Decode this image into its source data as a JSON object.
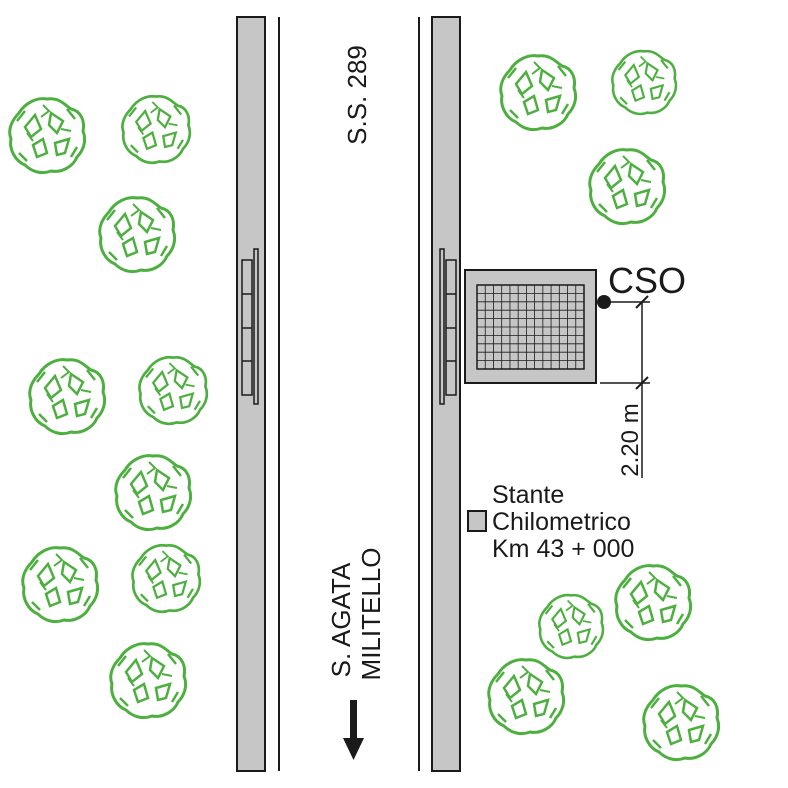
{
  "labels": {
    "road_name": "S.S. 289",
    "direction_line1": "S. AGATA",
    "direction_line2": "MILITELLO",
    "cso": "CSO",
    "dimension": "2.20 m",
    "marker_line1": "Stante",
    "marker_line2": "Chilometrico",
    "marker_line3": "Km 43 + 000"
  },
  "colors": {
    "tree": "#4daf3f",
    "curb_fill": "#c6c6c6",
    "outline": "#1a1a1a",
    "background": "#ffffff"
  },
  "icons": {
    "tree": "tree-canopy-icon",
    "arrow": "arrow-down-icon",
    "cso_point": "cso-point-icon",
    "marker": "km-marker-icon"
  }
}
